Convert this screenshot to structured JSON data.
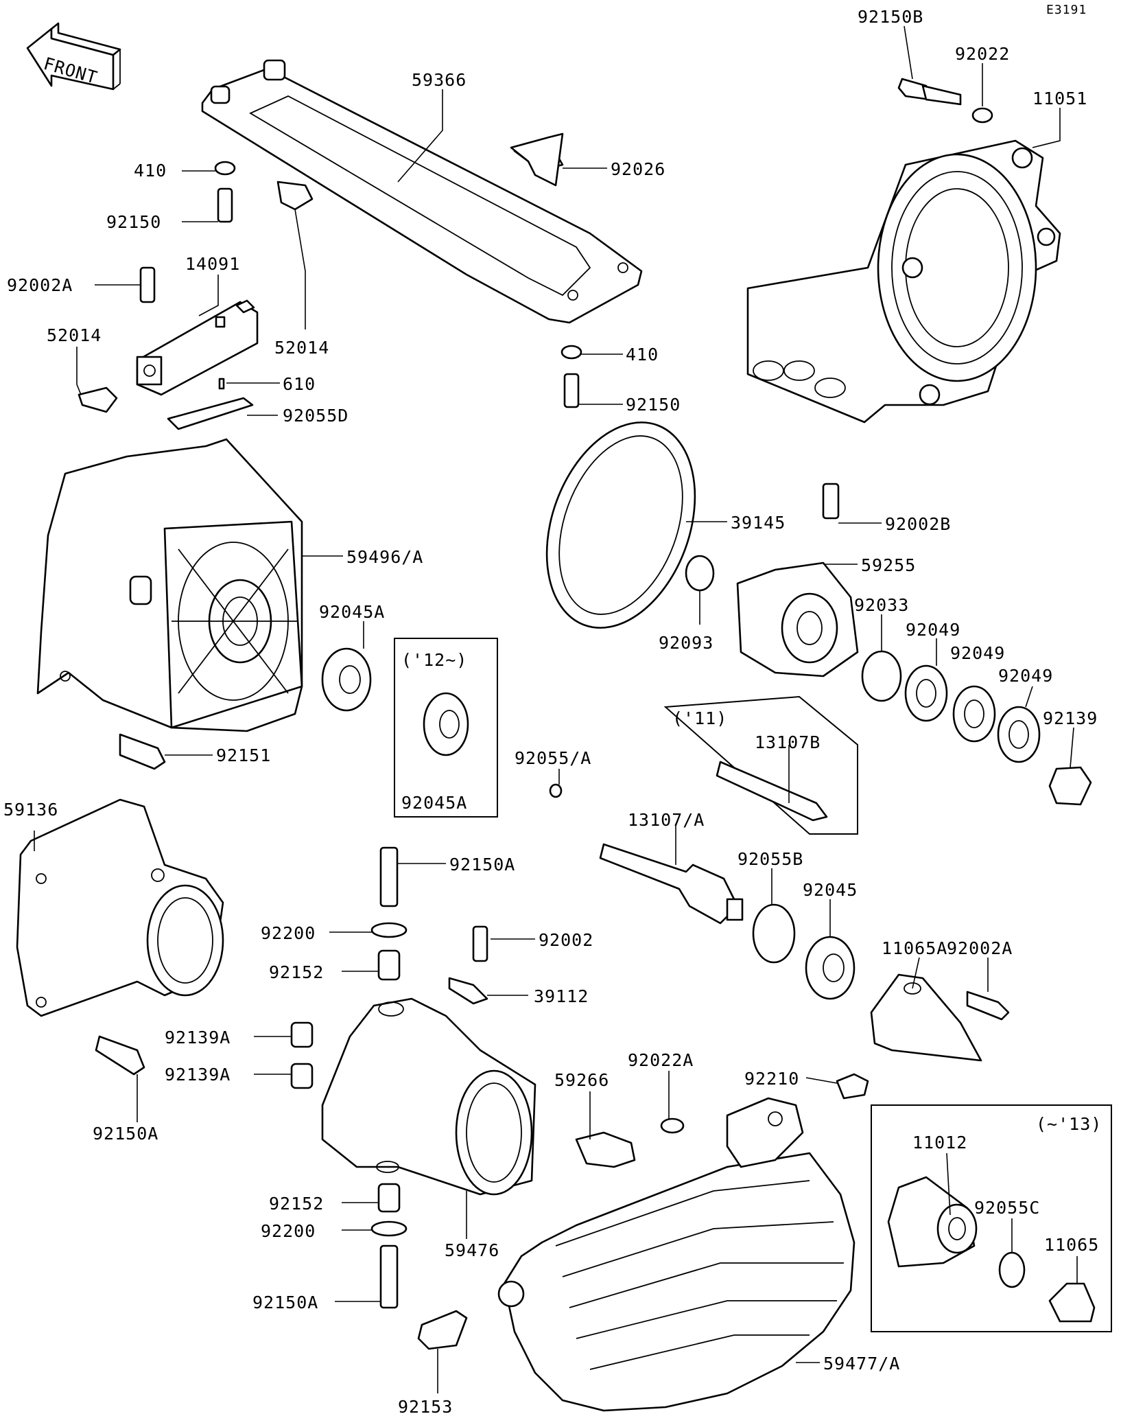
{
  "diagram": {
    "code": "E3191",
    "front_label": "FRONT",
    "notes": {
      "from_12": "('12~)",
      "only_11": "('11)",
      "until_13": "(~'13)"
    },
    "parts": {
      "p92150B": "92150B",
      "p92022": "92022",
      "p11051": "11051",
      "p59366": "59366",
      "p92026": "92026",
      "p410_top": "410",
      "p92150_top": "92150",
      "p14091": "14091",
      "p92002A_top": "92002A",
      "p52014_left": "52014",
      "p52014_right": "52014",
      "p610": "610",
      "p92055D": "92055D",
      "p410_mid": "410",
      "p92150_mid": "92150",
      "p39145": "39145",
      "p92002B": "92002B",
      "p59496A": "59496/A",
      "p59255": "59255",
      "p92045A": "92045A",
      "p92045A_box": "92045A",
      "p92093": "92093",
      "p92033": "92033",
      "p92049_a": "92049",
      "p92049_b": "92049",
      "p92049_c": "92049",
      "p92139": "92139",
      "p13107B": "13107B",
      "p92151": "92151",
      "p92055A": "92055/A",
      "p59136": "59136",
      "p13107A": "13107/A",
      "p92150A_upper": "92150A",
      "p92055B": "92055B",
      "p92045": "92045",
      "p11065A": "11065A",
      "p92200_upper": "92200",
      "p92002": "92002",
      "p92002A_right": "92002A",
      "p92152_upper": "92152",
      "p39112": "39112",
      "p92139A_a": "92139A",
      "p92139A_b": "92139A",
      "p92150A_left": "92150A",
      "p92022A": "92022A",
      "p92210": "92210",
      "p59266": "59266",
      "p11012": "11012",
      "p92055C": "92055C",
      "p11065": "11065",
      "p92152_lower": "92152",
      "p92200_lower": "92200",
      "p59476": "59476",
      "p92150A_lower": "92150A",
      "p92153": "92153",
      "p59477A": "59477/A"
    }
  }
}
